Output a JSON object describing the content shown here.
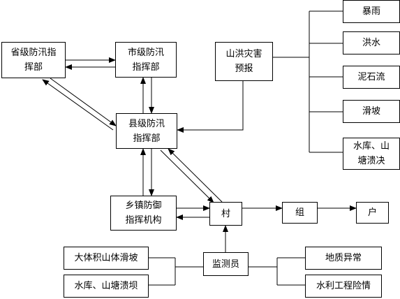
{
  "nodes": {
    "provincial_hq": "省级防汛指\n挥部",
    "city_hq": "市级防汛\n指挥部",
    "county_hq": "县级防汛\n指挥部",
    "township_hq": "乡镇防御\n指挥机构",
    "village": "村",
    "group": "组",
    "household": "户",
    "forecast": "山洪灾害\n预报",
    "monitor": "监测员",
    "hazards": {
      "rainstorm": "暴雨",
      "flood": "洪水",
      "debris_flow": "泥石流",
      "landslide": "滑坡",
      "dam_break": "水库、山\n塘溃决"
    },
    "observations": {
      "large_landslide": "大体积山体滑坡",
      "reservoir_burst": "水库、山塘溃坝",
      "geo_anomaly": "地质异常",
      "hydraulic_danger": "水利工程险情"
    }
  }
}
